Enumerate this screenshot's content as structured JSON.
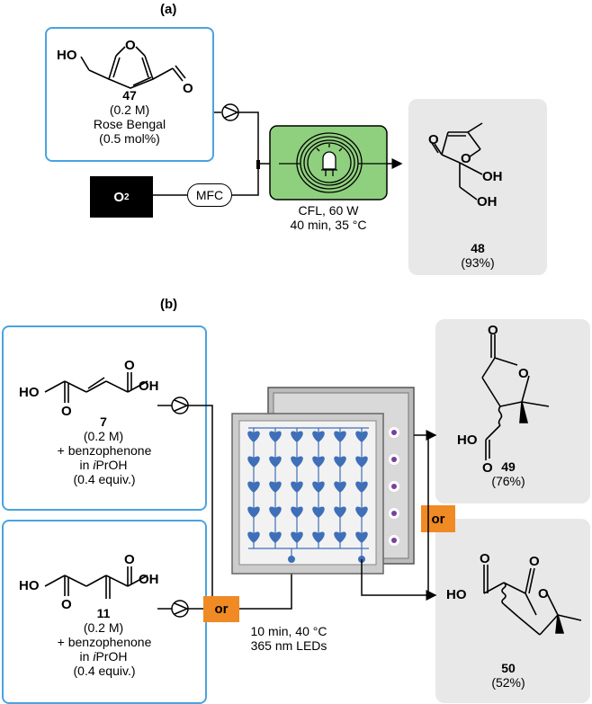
{
  "panel_a": {
    "label": "(a)",
    "reagent": {
      "number": "47",
      "conc": "(0.2 M)",
      "sens": "Rose Bengal",
      "loading": "(0.5 mol%)"
    },
    "gas": {
      "o2": "O",
      "o2_sub": "2",
      "mfc": "MFC"
    },
    "conditions": {
      "line1": "CFL, 60 W",
      "line2": "40 min, 35 °C"
    },
    "product": {
      "number": "48",
      "yield": "(93%)"
    }
  },
  "panel_b": {
    "label": "(b)",
    "reagent1": {
      "number": "7",
      "conc": "(0.2 M)",
      "add": "+ benzophenone",
      "solv_i": "i",
      "solv": "PrOH",
      "equiv": "(0.4 equiv.)"
    },
    "reagent2": {
      "number": "11",
      "conc": "(0.2 M)",
      "add": "+ benzophenone",
      "solv_i": "i",
      "solv": "PrOH",
      "equiv": "(0.4 equiv.)"
    },
    "or_left": "or",
    "or_right": "or",
    "conditions": {
      "line1": "10 min, 40 °C",
      "line2": "365 nm LEDs"
    },
    "product1": {
      "number": "49",
      "yield": "(76%)"
    },
    "product2": {
      "number": "50",
      "yield": "(52%)"
    }
  },
  "atoms": {
    "HO": "HO",
    "OH": "OH",
    "O": "O"
  },
  "colors": {
    "frame_blue": "#4aa3df",
    "reactor_green": "#8fd07e",
    "product_grey": "#e8e8e8",
    "or_orange": "#f08a24",
    "heart_blue": "#3f6fb8",
    "led_purple": "#7b3fa0"
  }
}
